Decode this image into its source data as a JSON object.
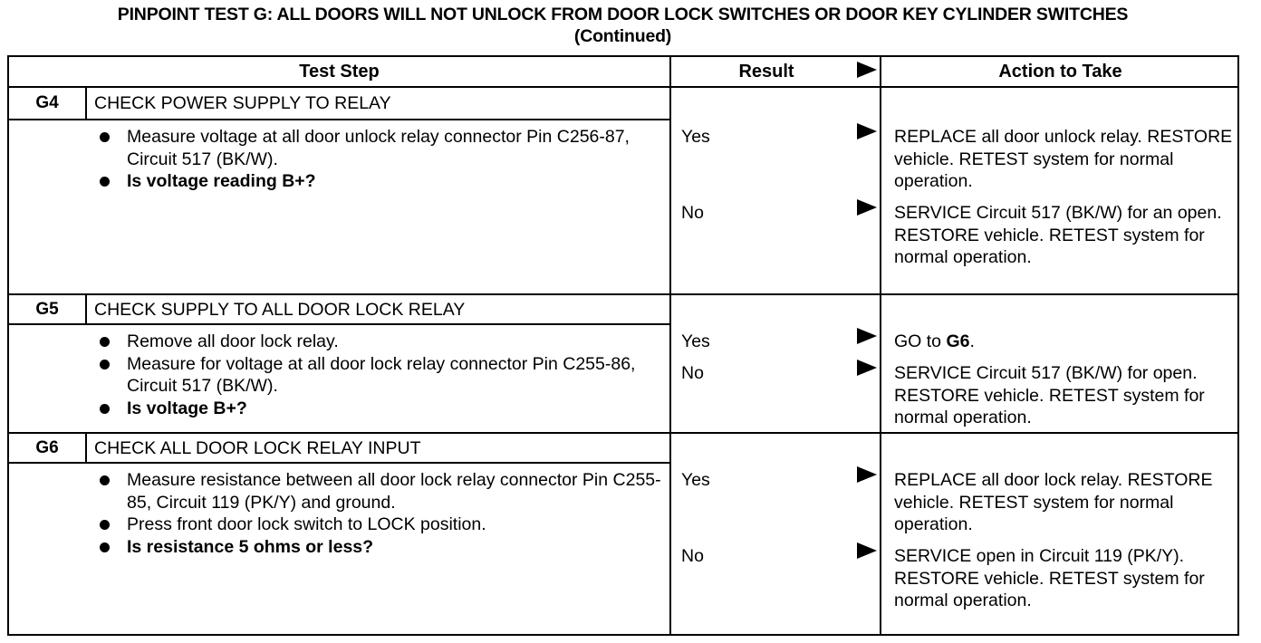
{
  "title": {
    "line1": "PINPOINT TEST G: ALL DOORS WILL NOT UNLOCK FROM DOOR LOCK SWITCHES OR DOOR KEY CYLINDER SWITCHES",
    "line2": "(Continued)"
  },
  "headers": {
    "test_step": "Test Step",
    "result": "Result",
    "action": "Action to Take"
  },
  "steps": [
    {
      "id": "G4",
      "title": "CHECK POWER SUPPLY TO RELAY",
      "bullets": [
        {
          "text": "Measure voltage at all door unlock relay connector Pin C256-87, Circuit 517 (BK/W).",
          "bold": false
        },
        {
          "text": "Is voltage reading B+?",
          "bold": true
        }
      ],
      "results": [
        {
          "label": "Yes",
          "action": "REPLACE all door unlock relay. RESTORE vehicle. RETEST system for normal operation."
        },
        {
          "label": "No",
          "action": "SERVICE Circuit 517 (BK/W) for an open. RESTORE vehicle. RETEST system for normal operation."
        }
      ]
    },
    {
      "id": "G5",
      "title": "CHECK SUPPLY TO ALL DOOR LOCK RELAY",
      "bullets": [
        {
          "text": "Remove all door lock relay.",
          "bold": false
        },
        {
          "text": "Measure for voltage at all door lock relay connector Pin C255-86, Circuit 517 (BK/W).",
          "bold": false
        },
        {
          "text": "Is voltage B+?",
          "bold": true
        }
      ],
      "results": [
        {
          "label": "Yes",
          "action_prefix": "GO to ",
          "action_bold": "G6",
          "action_suffix": "."
        },
        {
          "label": "No",
          "action": "SERVICE Circuit 517 (BK/W) for open. RESTORE vehicle. RETEST system for normal operation."
        }
      ]
    },
    {
      "id": "G6",
      "title": "CHECK ALL DOOR LOCK RELAY INPUT",
      "bullets": [
        {
          "text": "Measure resistance between all door lock relay connector Pin C255-85, Circuit 119 (PK/Y) and ground.",
          "bold": false
        },
        {
          "text": "Press front door lock switch to LOCK position.",
          "bold": false
        },
        {
          "text": "Is resistance 5 ohms or less?",
          "bold": true
        }
      ],
      "results": [
        {
          "label": "Yes",
          "action": "REPLACE all door lock relay. RESTORE vehicle. RETEST system for normal operation."
        },
        {
          "label": "No",
          "action": "SERVICE open in Circuit 119 (PK/Y). RESTORE vehicle. RETEST system for normal operation."
        }
      ]
    }
  ]
}
